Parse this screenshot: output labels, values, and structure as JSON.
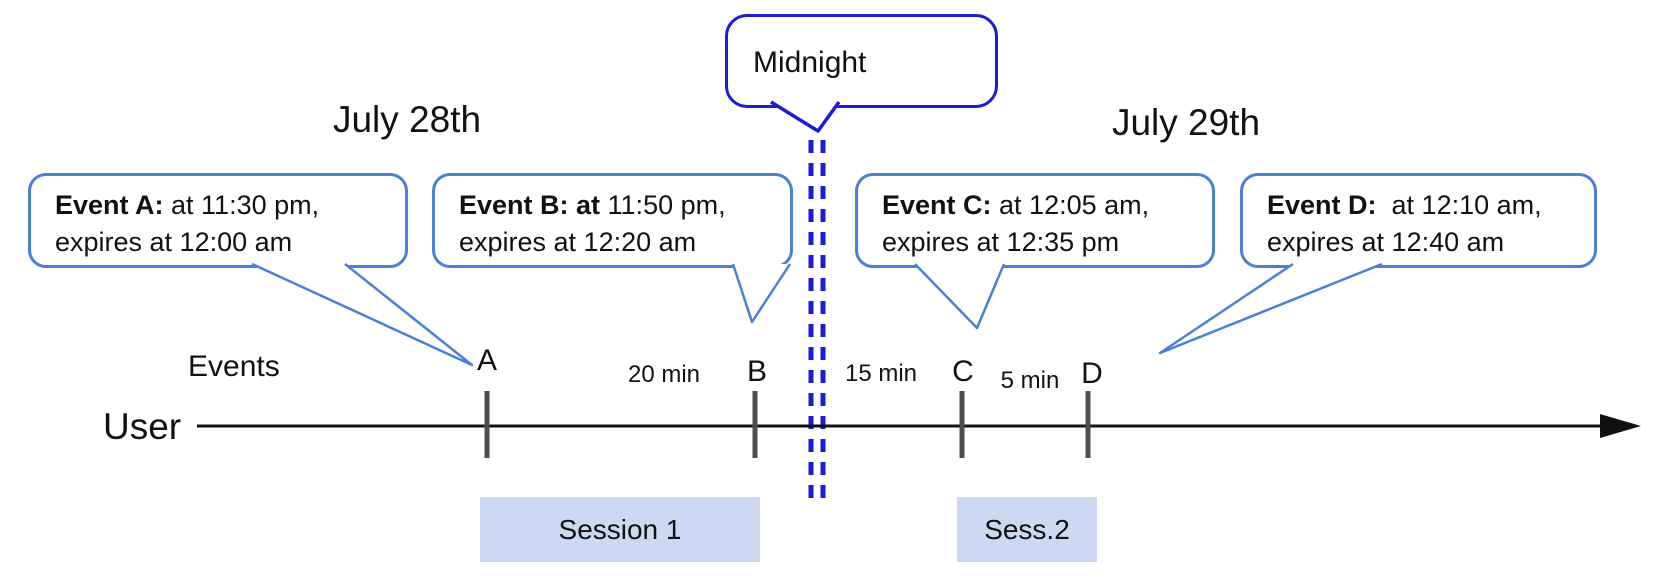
{
  "dates": {
    "left_label": "July 28th",
    "right_label": "July 29th"
  },
  "midnight_callout": {
    "label": "Midnight"
  },
  "timeline": {
    "events_axis_label": "Events",
    "user_axis_label": "User"
  },
  "events": [
    {
      "tick_label": "A",
      "callout_bold": "Event A:",
      "callout_line1_rest": " at 11:30 pm,",
      "callout_line2": "expires at 12:00 am"
    },
    {
      "tick_label": "B",
      "callout_bold": "Event B: at",
      "callout_line1_rest": " 11:50 pm,",
      "callout_line2": "expires at 12:20 am"
    },
    {
      "tick_label": "C",
      "callout_bold": "Event C:",
      "callout_line1_rest": " at 12:05 am,",
      "callout_line2": "expires at 12:35 pm"
    },
    {
      "tick_label": "D",
      "callout_bold": "Event D:",
      "callout_line1_rest": "  at 12:10 am,",
      "callout_line2": "expires at 12:40 am"
    }
  ],
  "intervals": [
    {
      "label": "20 min"
    },
    {
      "label": "15 min"
    },
    {
      "label": "5 min"
    }
  ],
  "sessions": [
    {
      "label": "Session 1"
    },
    {
      "label": "Sess.2"
    }
  ],
  "colors": {
    "midnight_blue": "#1c1cd6",
    "callout_blue": "#4a80d6",
    "session_fill": "#cdd9f2",
    "axis_black": "#111111",
    "tick_gray": "#4d4d4d"
  }
}
